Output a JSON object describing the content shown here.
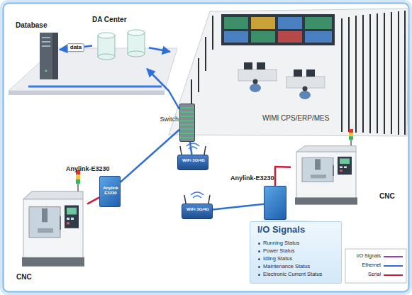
{
  "diagram": {
    "nodes": [
      {
        "text": [
          "Database"
        ]
      },
      {
        "text": [
          "DA Center"
        ]
      },
      {
        "text": [
          "WIMI CPS/ERP/MES"
        ]
      },
      {
        "text": [
          "Switch"
        ]
      },
      {
        "text": [
          "Anylink-E3230",
          "Anylink E3230"
        ]
      },
      {
        "text": [
          "WiFi 3G/4G"
        ]
      },
      {
        "text": [
          "WiFi 3G/4G"
        ]
      },
      {
        "text": [
          "Anylink-E3230"
        ]
      },
      {
        "text": [
          "CNC"
        ]
      },
      {
        "text": [
          "CNC"
        ]
      },
      {
        "text": [
          "I/O Signals",
          "Running Status",
          "Power Status",
          "Idling Status",
          "Maintenance Status",
          "Electronic Current Status"
        ]
      }
    ],
    "edges": [
      {
        "from": 8,
        "to": 4,
        "arrow": "none"
      },
      {
        "from": 4,
        "to": 3,
        "arrow": "none"
      },
      {
        "from": 5,
        "to": 3,
        "arrow": "none"
      },
      {
        "from": 9,
        "to": 7,
        "arrow": "none"
      },
      {
        "from": 7,
        "to": 6,
        "arrow": "none"
      },
      {
        "from": 3,
        "to": 1,
        "arrow": "to"
      },
      {
        "from": 1,
        "to": 0,
        "arrow": "to",
        "label": "data"
      },
      {
        "from": 1,
        "to": 2,
        "arrow": "to"
      }
    ],
    "legend": [
      {
        "text": "I/O Signals"
      },
      {
        "text": "Ethernet"
      },
      {
        "text": "Serial"
      }
    ]
  }
}
